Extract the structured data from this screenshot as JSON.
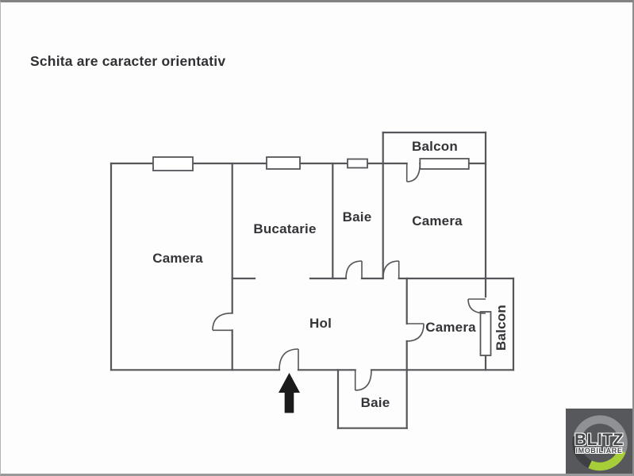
{
  "title": "Schita are caracter orientativ",
  "floorplan": {
    "rooms": {
      "camera_left": "Camera",
      "bucatarie": "Bucatarie",
      "baie_top": "Baie",
      "camera_top_right": "Camera",
      "balcon_top": "Balcon",
      "hol": "Hol",
      "camera_right": "Camera",
      "balcon_right": "Balcon",
      "baie_bottom": "Baie"
    },
    "entrance_marker": "up-arrow"
  },
  "logo": {
    "brand": "BLITZ",
    "tagline": "IMOBILIARE"
  },
  "colors": {
    "wall": "#55565a",
    "text": "#333437",
    "arrow": "#1b1b1b",
    "logo_bg": "#57585c",
    "logo_green": "#a6ce39",
    "logo_gray": "#909194",
    "logo_dark": "#3e4043",
    "frame": "#8d8e90",
    "canvas_bg": "#fdfdfd"
  }
}
